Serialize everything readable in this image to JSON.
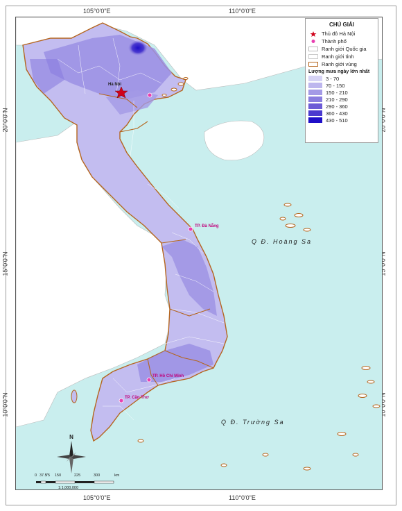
{
  "coordinates": {
    "top": [
      "105°0'0\"E",
      "110°0'0\"E"
    ],
    "bottom": [
      "105°0'0\"E",
      "110°0'0\"E"
    ],
    "left": [
      "20°0'0\"N",
      "15°0'0\"N",
      "10°0'0\"N"
    ],
    "right": [
      "20°0'0\"N",
      "15°0'0\"N",
      "10°0'0\"N"
    ]
  },
  "legend": {
    "title": "CHÚ GIẢI",
    "symbols": [
      {
        "label": "Thủ đô Hà Nội",
        "icon": "red-star-icon"
      },
      {
        "label": "Thành phố",
        "icon": "pink-dot-icon"
      },
      {
        "label": "Ranh giới Quốc gia",
        "icon": "grey-box-icon"
      },
      {
        "label": "Ranh giới tỉnh",
        "icon": "grey-box-icon"
      },
      {
        "label": "Ranh giới vùng",
        "icon": "brown-box-icon"
      }
    ],
    "rain_title": "Lượng mưa ngày lớn nhất",
    "classes": [
      {
        "label": "3 - 70",
        "color": "#d6d3f5"
      },
      {
        "label": "70 - 150",
        "color": "#bdb6ee"
      },
      {
        "label": "150 - 210",
        "color": "#a49ae6"
      },
      {
        "label": "210 - 290",
        "color": "#8a7ddf"
      },
      {
        "label": "290 - 360",
        "color": "#6c5bd6"
      },
      {
        "label": "360 - 430",
        "color": "#4a39cf"
      },
      {
        "label": "430 - 510",
        "color": "#1f0fc8"
      }
    ]
  },
  "labels": {
    "hoang_sa": "Q Đ. Hoàng Sa",
    "truong_sa": "Q Đ. Trường Sa",
    "da_nang": "TP. Đà Nẵng",
    "ho_chi_minh": "TP. Hồ Chí Minh",
    "can_tho": "TP. Cần Thơ",
    "ha_noi": "Hà Nội"
  },
  "scale": {
    "ticks": [
      "0",
      "37.5",
      "75",
      "150",
      "225",
      "300"
    ],
    "unit": "km",
    "ratio": "1:1,000,000"
  },
  "compass": {
    "north": "N"
  },
  "colors": {
    "sea": "#c9eeee",
    "land": "#ffffff",
    "region_border": "#b5651d"
  }
}
